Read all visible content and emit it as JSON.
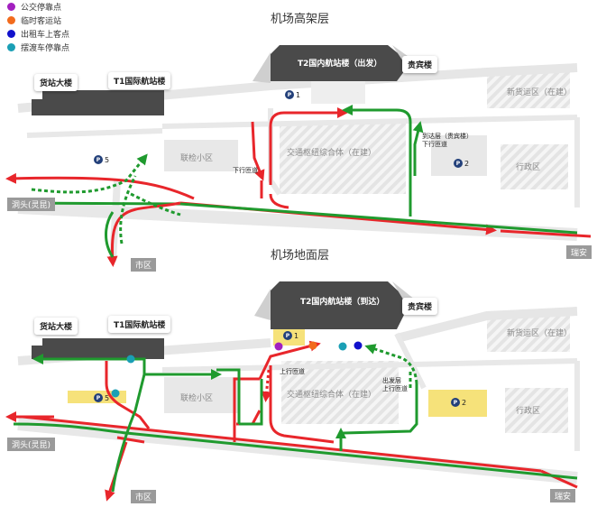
{
  "legend": [
    {
      "label": "公交停靠点",
      "color": "#a21fbf"
    },
    {
      "label": "临时客运站",
      "color": "#f26b1d"
    },
    {
      "label": "出租车上客点",
      "color": "#1111cc"
    },
    {
      "label": "摆渡车停靠点",
      "color": "#1a9fb5"
    }
  ],
  "colors": {
    "red_route": "#e8262b",
    "green_route": "#1f9a2e",
    "road": "#e6e6e6",
    "building": "#4a4a4a",
    "parking": "#f6e27a"
  },
  "top_map": {
    "title": "机场高架层",
    "t2_label": "T2国内航站楼（出发）",
    "vip_label": "贵宾楼",
    "cargo_label": "货站大楼",
    "t1_label": "T1国际航站楼",
    "new_cargo": "新货运区（在建）",
    "admin": "行政区",
    "joint_check": "联检小区",
    "hub": "交通枢纽综合体（在建）",
    "down_ramp": "下行匝道",
    "arrival_ramp": "到达层（贵宾楼）下行匝道",
    "p1": "1",
    "p2": "2",
    "p5": "5",
    "road_left": "洞头(灵昆)",
    "road_bottom": "市区",
    "road_right": "瑞安"
  },
  "bottom_map": {
    "title": "机场地面层",
    "t2_label": "T2国内航站楼（到达）",
    "vip_label": "贵宾楼",
    "cargo_label": "货站大楼",
    "t1_label": "T1国际航站楼",
    "new_cargo": "新货运区（在建）",
    "admin": "行政区",
    "joint_check": "联检小区",
    "hub": "交通枢纽综合体（在建）",
    "up_ramp": "上行匝道",
    "departure_ramp": "出发层 上行匝道",
    "p1": "1",
    "p2": "2",
    "p5": "5",
    "road_left": "洞头(灵昆)",
    "road_bottom": "市区",
    "road_right": "瑞安"
  }
}
